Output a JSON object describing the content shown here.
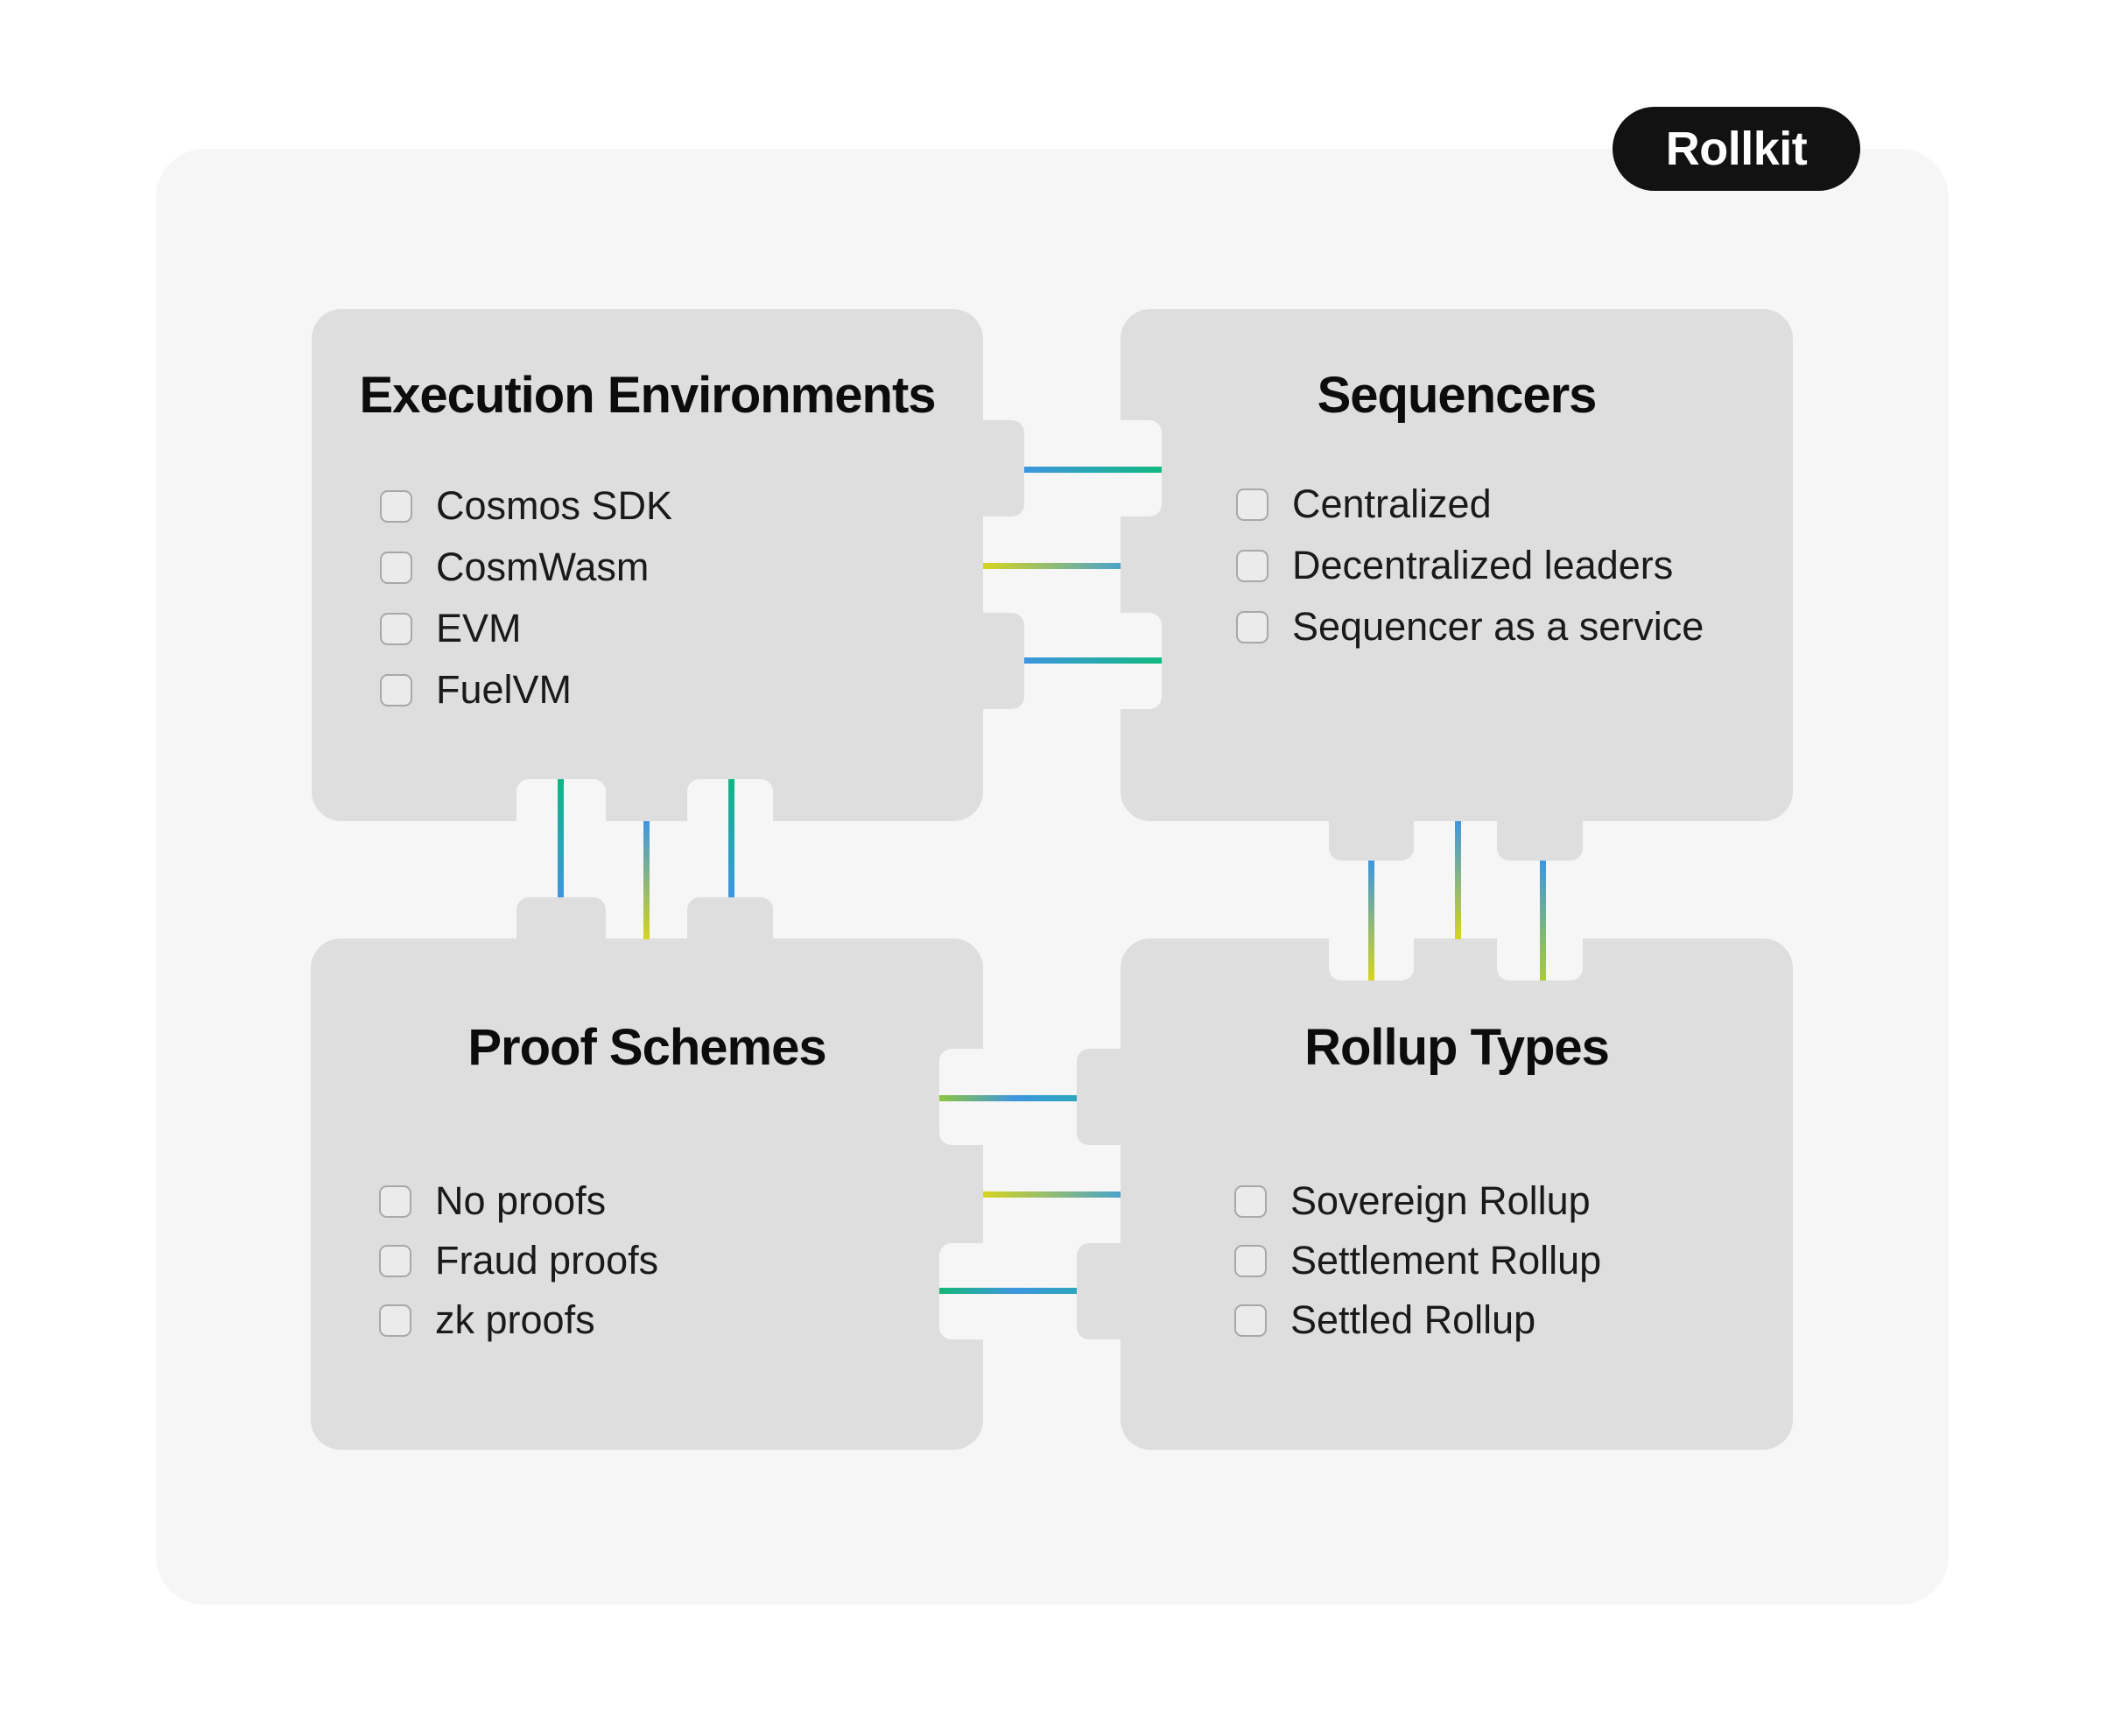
{
  "badge": {
    "label": "Rollkit"
  },
  "boxes": [
    {
      "title": "Execution Environments",
      "items": [
        "Cosmos SDK",
        "CosmWasm",
        "EVM",
        "FuelVM"
      ]
    },
    {
      "title": "Sequencers",
      "items": [
        "Centralized",
        "Decentralized leaders",
        "Sequencer as a service"
      ]
    },
    {
      "title": "Proof Schemes",
      "items": [
        "No proofs",
        "Fraud proofs",
        "zk proofs"
      ]
    },
    {
      "title": "Rollup Types",
      "items": [
        "Sovereign Rollup",
        "Settlement Rollup",
        "Settled Rollup"
      ]
    }
  ],
  "connectors": [
    {
      "between": "execution-environments/sequencers",
      "orientation": "horizontal",
      "gradients": [
        [
          "#3e96e0",
          "#12b981"
        ],
        [
          "#d6d41f",
          "#4aa3cc"
        ],
        [
          "#3e96e0",
          "#12b981"
        ]
      ]
    },
    {
      "between": "execution-environments/proof-schemes",
      "orientation": "vertical",
      "gradients": [
        [
          "#10b583",
          "#3e96e0"
        ],
        [
          "#3e96e0",
          "#d6d41f"
        ],
        [
          "#10b583",
          "#3e96e0"
        ]
      ]
    },
    {
      "between": "sequencers/rollup-types",
      "orientation": "vertical",
      "gradients": [
        [
          "#3e96e0",
          "#d6d41f"
        ],
        [
          "#3e96e0",
          "#d6d41f"
        ],
        [
          "#3e96e0",
          "#a9cc35"
        ]
      ]
    },
    {
      "between": "proof-schemes/rollup-types",
      "orientation": "horizontal",
      "gradients": [
        [
          "#8cc440",
          "#3e96e0",
          "#2ba7bc"
        ],
        [
          "#d6d41f",
          "#4aa3cc"
        ],
        [
          "#14b877",
          "#3e96e0",
          "#2ba7bc"
        ]
      ]
    }
  ],
  "colors": {
    "page_bg": "#ffffff",
    "card_bg": "#f6f6f6",
    "box_bg": "#dedede",
    "badge_bg": "#121212",
    "badge_text": "#ffffff",
    "title_text": "#0c0c0c",
    "item_text": "#1a1a1a",
    "checkbox_bg": "#ebebeb",
    "checkbox_border": "#a8a8a8",
    "line_blue": "#3e96e0",
    "line_green": "#12b981",
    "line_teal": "#2ba7bc",
    "line_yellow": "#d6d41f",
    "line_steel_blue": "#4aa3cc",
    "line_lime": "#8cc440"
  }
}
